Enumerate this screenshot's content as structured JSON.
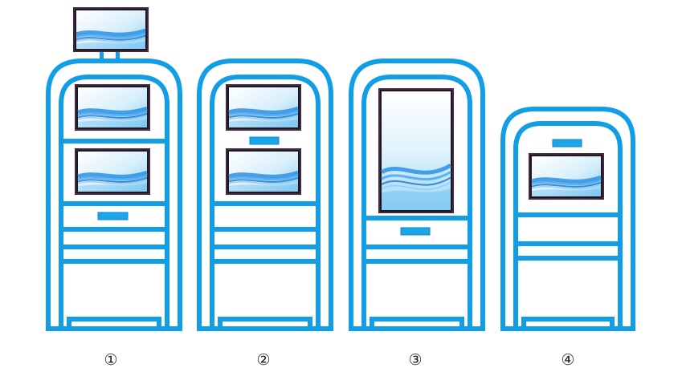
{
  "colors": {
    "outline": "#119ee6",
    "bezel": "#1a1a1a",
    "slot": "#1ba6ea",
    "screen_light": "#eaf6fd",
    "screen_wave": "#2d8fe3"
  },
  "kiosks": [
    {
      "label": "①",
      "icon": "kiosk-dual-screen-top-monitor-icon"
    },
    {
      "label": "②",
      "icon": "kiosk-dual-screen-icon"
    },
    {
      "label": "③",
      "icon": "kiosk-portrait-screen-icon"
    },
    {
      "label": "④",
      "icon": "kiosk-short-single-screen-icon"
    }
  ]
}
